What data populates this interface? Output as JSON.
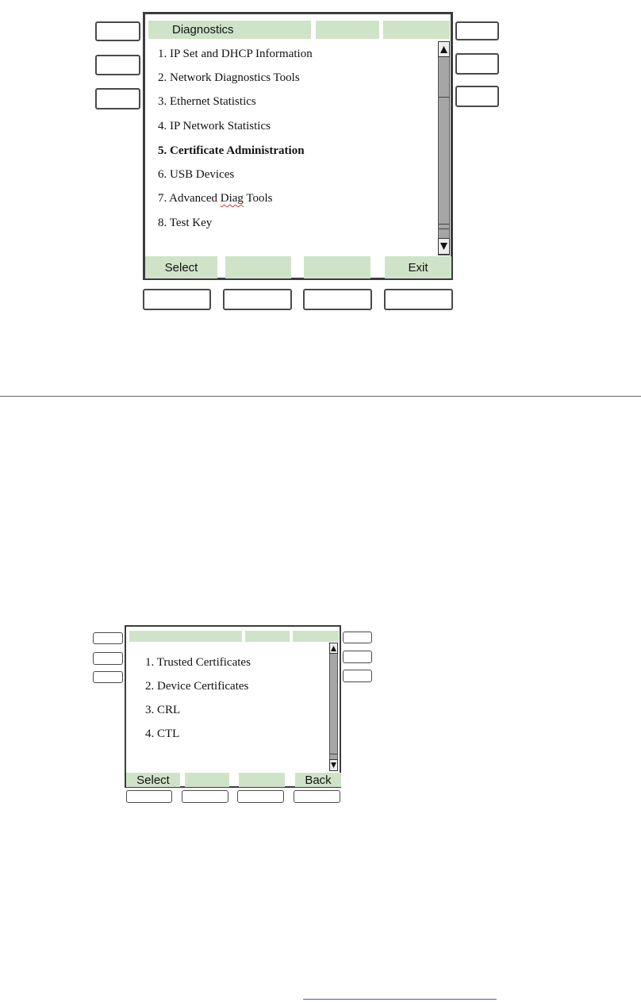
{
  "screen1": {
    "title": "Diagnostics",
    "items": [
      {
        "label": "1. IP Set and DHCP Information",
        "bold": false
      },
      {
        "label": "2. Network Diagnostics Tools",
        "bold": false
      },
      {
        "label": "3. Ethernet Statistics",
        "bold": false
      },
      {
        "label": "4. IP Network Statistics",
        "bold": false
      },
      {
        "label": "5. Certificate Administration",
        "bold": true
      },
      {
        "label": "6. USB Devices",
        "bold": false
      },
      {
        "label": "7. Advanced Diag Tools",
        "bold": false
      },
      {
        "label": "8. Test Key",
        "bold": false
      }
    ],
    "softkeys": [
      "Select",
      "",
      "",
      "Exit"
    ],
    "scroll_up_icon": "triangle-up-icon",
    "scroll_down_icon": "triangle-down-icon"
  },
  "screen2": {
    "title": "",
    "items": [
      {
        "label": "1. Trusted Certificates"
      },
      {
        "label": "2. Device Certificates"
      },
      {
        "label": "3. CRL"
      },
      {
        "label": "4. CTL"
      }
    ],
    "softkeys": [
      "Select",
      "",
      "",
      "Back"
    ],
    "scroll_up_icon": "triangle-up-icon",
    "scroll_down_icon": "triangle-down-icon"
  },
  "colors": {
    "header_green": "#cfe3c9",
    "scrollbar_gray": "#a6a6a6",
    "link_blue": "#3b5fd1"
  }
}
